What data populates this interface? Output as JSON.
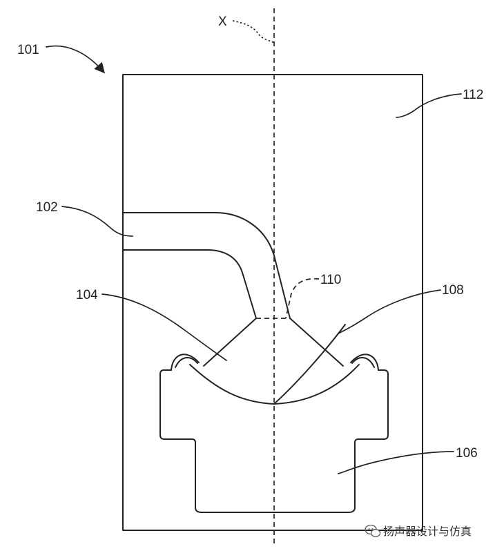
{
  "figure": {
    "assembly_ref": "101",
    "axis_label": "X",
    "refs": {
      "tube": "102",
      "chamber": "104",
      "housing": "106",
      "membrane": "108",
      "junction": "110",
      "body": "112"
    }
  },
  "watermark": {
    "text": "扬声器设计与仿真",
    "icon": "wechat-icon"
  }
}
